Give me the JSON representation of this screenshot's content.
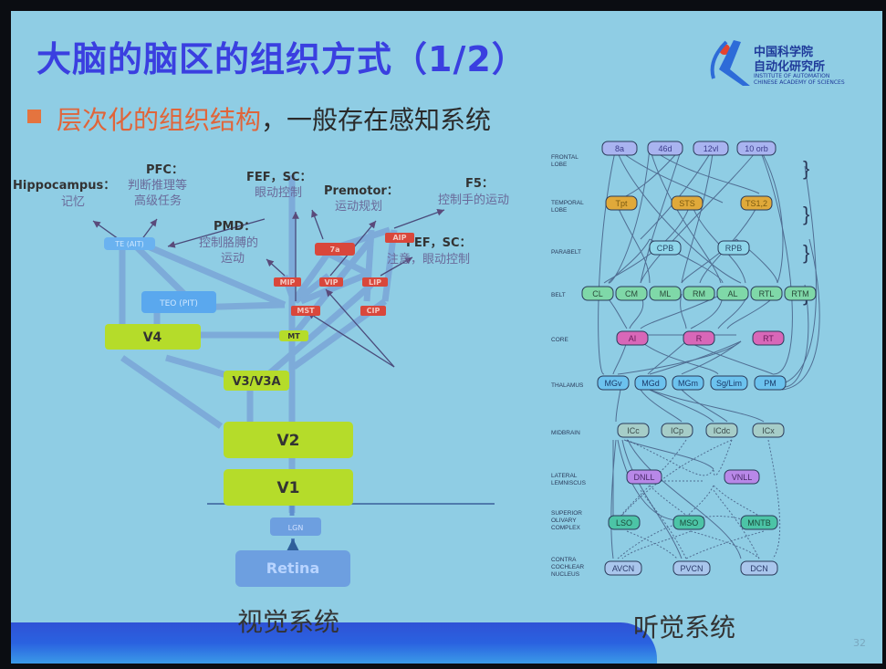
{
  "slide": {
    "title": "大脑的脑区的组织方式（1/2）",
    "subtitle_highlight": "层次化的组织结构",
    "subtitle_rest": "，一般存在感知系统",
    "page_number": "32",
    "logo": {
      "line1": "中国科学院",
      "line2": "自动化研究所",
      "line3": "INSTITUTE OF AUTOMATION",
      "line4": "CHINESE ACADEMY OF SCIENCES",
      "mark": "CASIA"
    },
    "colors": {
      "background": "#8fcde4",
      "title": "#3a3fe0",
      "highlight": "#e0653a",
      "green_node": "#b5dc2a",
      "red_node": "#d9473b",
      "blue_node": "#6aaef0"
    }
  },
  "visual": {
    "caption": "视觉系统",
    "annotations": [
      {
        "title": "Hippocampus：",
        "desc": "记忆"
      },
      {
        "title": "PFC：",
        "desc": "判断推理等\n高级任务"
      },
      {
        "title": "FEF，SC：",
        "desc": "眼动控制"
      },
      {
        "title": "Premotor：",
        "desc": "运动规划"
      },
      {
        "title": "F5：",
        "desc": "控制手的运动"
      },
      {
        "title": "PMD：",
        "desc": "控制胳膊的\n运动"
      },
      {
        "title": "FEF，SC：",
        "desc": "注意，眼动控制"
      }
    ],
    "nodes": {
      "te": "TE (AIT)",
      "teo": "TEO (PIT)",
      "v4": "V4",
      "v3": "V3/V3A",
      "v2": "V2",
      "v1": "V1",
      "lgn": "LGN",
      "retina": "Retina",
      "mt": "MT",
      "mst": "MST",
      "mip": "MIP",
      "vip": "VIP",
      "lip": "LIP",
      "cip": "CIP",
      "a7": "7a",
      "aip": "AIP"
    }
  },
  "auditory": {
    "caption": "听觉系统",
    "rows": [
      {
        "label": "FRONTAL\nLOBE",
        "nodes": [
          "8a",
          "46d",
          "12vl",
          "10 orb"
        ]
      },
      {
        "label": "TEMPORAL\nLOBE",
        "nodes": [
          "Tpt",
          "STS",
          "TS1,2"
        ]
      },
      {
        "label": "PARABELT",
        "nodes": [
          "CPB",
          "RPB"
        ]
      },
      {
        "label": "BELT",
        "nodes": [
          "CL",
          "CM",
          "ML",
          "RM",
          "AL",
          "RTL",
          "RTM"
        ]
      },
      {
        "label": "CORE",
        "nodes": [
          "AI",
          "R",
          "RT"
        ]
      },
      {
        "label": "THALAMUS",
        "nodes": [
          "MGv",
          "MGd",
          "MGm",
          "Sg/Lim",
          "PM"
        ]
      },
      {
        "label": "MIDBRAIN",
        "nodes": [
          "ICc",
          "ICp",
          "ICdc",
          "ICx"
        ]
      },
      {
        "label": "LATERAL\nLEMNISCUS",
        "nodes": [
          "DNLL",
          "VNLL"
        ]
      },
      {
        "label": "SUPERIOR\nOLIVARY\nCOMPLEX",
        "nodes": [
          "LSO",
          "MSO",
          "MNTB"
        ]
      },
      {
        "label": "CONTRA\nCOCHLEAR\nNUCLEUS",
        "nodes": [
          "AVCN",
          "PVCN",
          "DCN"
        ]
      }
    ]
  }
}
